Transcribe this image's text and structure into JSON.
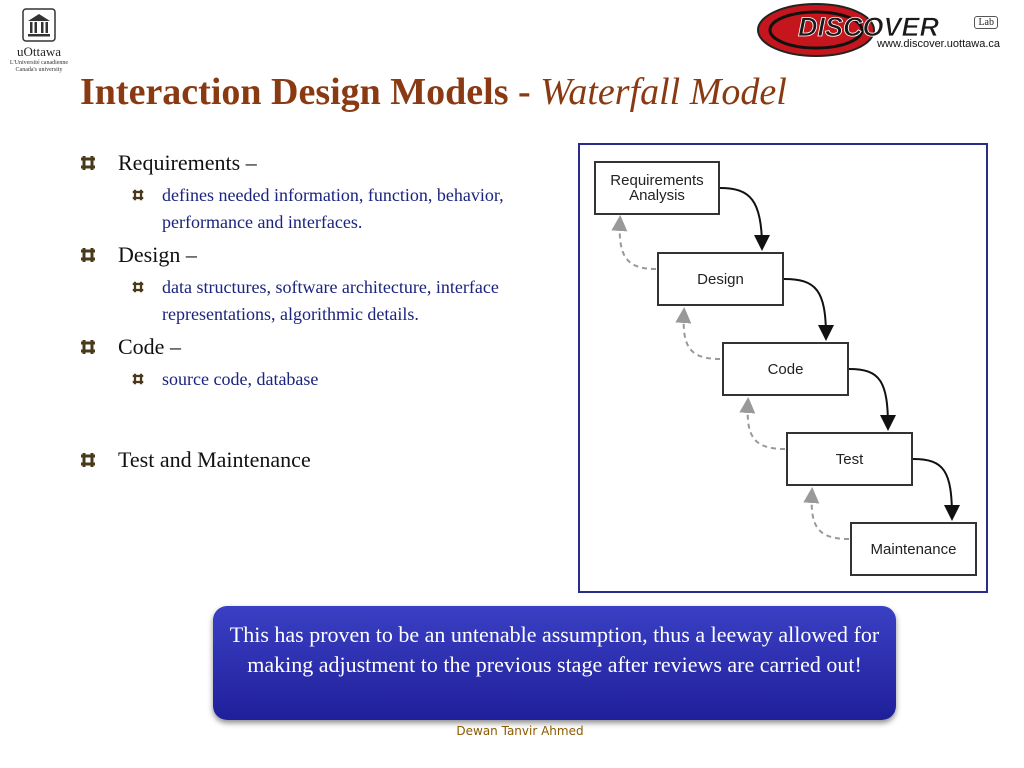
{
  "logos": {
    "left_name": "uOttawa",
    "left_sub1": "L'Université canadienne",
    "left_sub2": "Canada's university",
    "right_brand": "DISCOVER",
    "right_lab": "Lab",
    "right_url": "www.discover.uottawa.ca"
  },
  "title": {
    "main": "Interaction Design Models - ",
    "italic": "Waterfall Model"
  },
  "bullets": [
    {
      "label": "Requirements –",
      "sub": "defines needed information, function, behavior, performance and interfaces."
    },
    {
      "label": "Design –",
      "sub": "data structures, software architecture, interface representations, algorithmic details."
    },
    {
      "label": "Code –",
      "sub": "source code, database"
    },
    {
      "label": "Test and Maintenance"
    }
  ],
  "diagram": {
    "stages": [
      "Requirements Analysis",
      "Design",
      "Code",
      "Test",
      "Maintenance"
    ]
  },
  "callout": "This has proven to be an untenable assumption, thus a leeway allowed for making adjustment to the previous stage after reviews are carried out!",
  "footer": "Dewan Tanvir Ahmed",
  "colors": {
    "title": "#8a3a12",
    "sub_bullet_text": "#1a237e",
    "diagram_border": "#2a2c8a",
    "callout_bg": "#2a2fb0",
    "footer": "#8a5a00"
  }
}
